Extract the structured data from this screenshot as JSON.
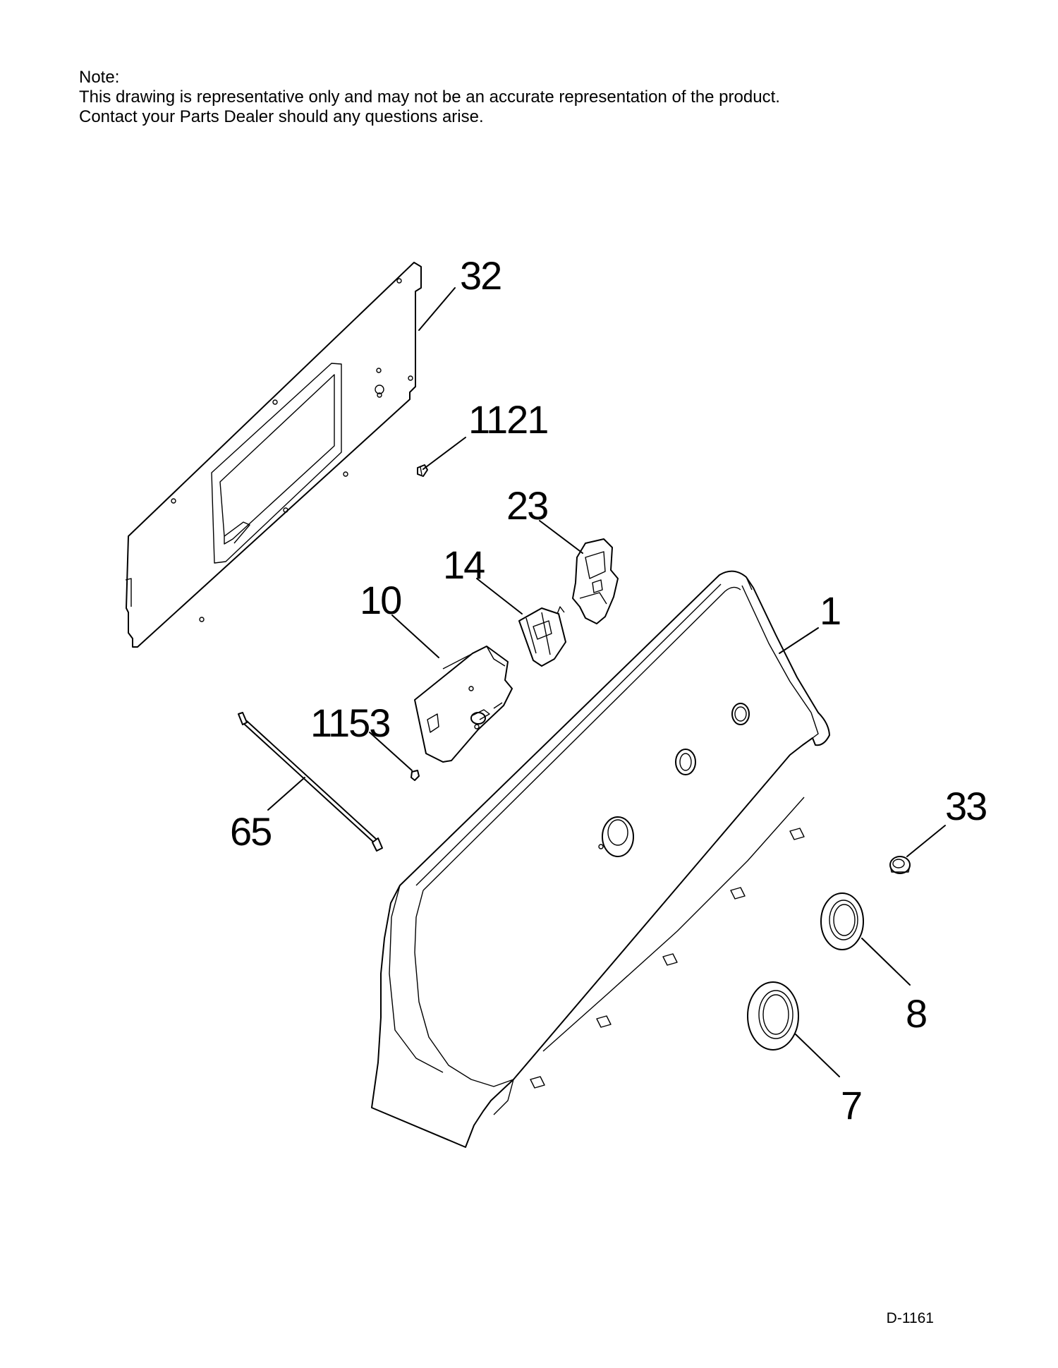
{
  "note": {
    "heading": "Note:",
    "line1": "This drawing is representative only and may not be an accurate representation of the product.",
    "line2": "Contact your Parts Dealer should any questions arise."
  },
  "parts": [
    {
      "id": "p32",
      "label": "32"
    },
    {
      "id": "p1121",
      "label": "1121"
    },
    {
      "id": "p23",
      "label": "23"
    },
    {
      "id": "p14",
      "label": "14"
    },
    {
      "id": "p10",
      "label": "10"
    },
    {
      "id": "p1",
      "label": "1"
    },
    {
      "id": "p1153",
      "label": "1153"
    },
    {
      "id": "p65",
      "label": "65"
    },
    {
      "id": "p33",
      "label": "33"
    },
    {
      "id": "p8",
      "label": "8"
    },
    {
      "id": "p7",
      "label": "7"
    }
  ],
  "diagram_code": "D-1161"
}
